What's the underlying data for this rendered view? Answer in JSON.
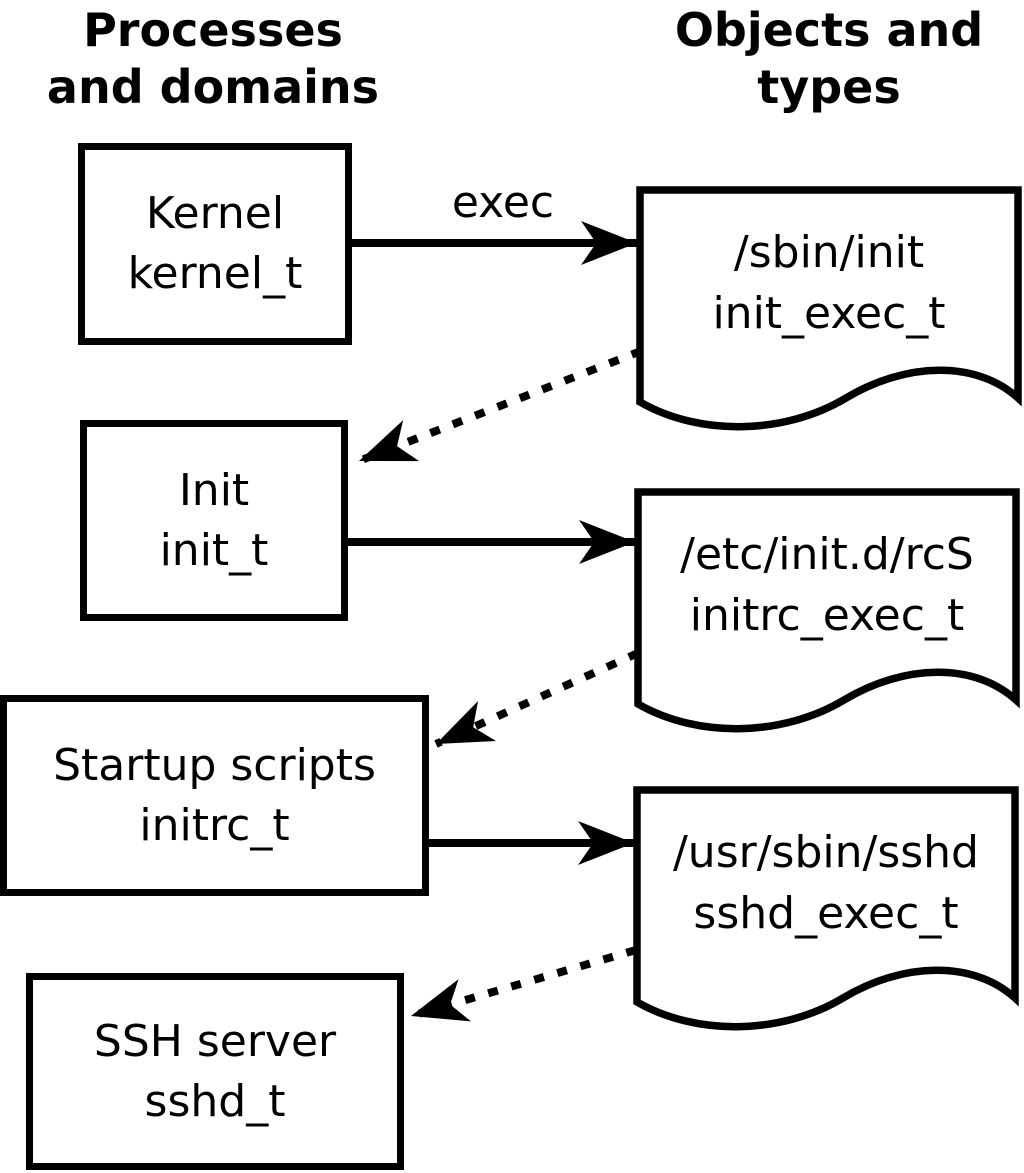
{
  "headers": {
    "left_line1": "Processes",
    "left_line2": "and domains",
    "right_line1": "Objects and",
    "right_line2": "types"
  },
  "edge_labels": {
    "exec": "exec"
  },
  "processes": [
    {
      "title": "Kernel",
      "domain": "kernel_t"
    },
    {
      "title": "Init",
      "domain": "init_t"
    },
    {
      "title": "Startup scripts",
      "domain": "initrc_t"
    },
    {
      "title": "SSH server",
      "domain": "sshd_t"
    }
  ],
  "objects": [
    {
      "path": "/sbin/init",
      "type": "init_exec_t"
    },
    {
      "path": "/etc/init.d/rcS",
      "type": "initrc_exec_t"
    },
    {
      "path": "/usr/sbin/sshd",
      "type": "sshd_exec_t"
    }
  ],
  "colors": {
    "ink": "#000000",
    "paper": "#ffffff"
  }
}
